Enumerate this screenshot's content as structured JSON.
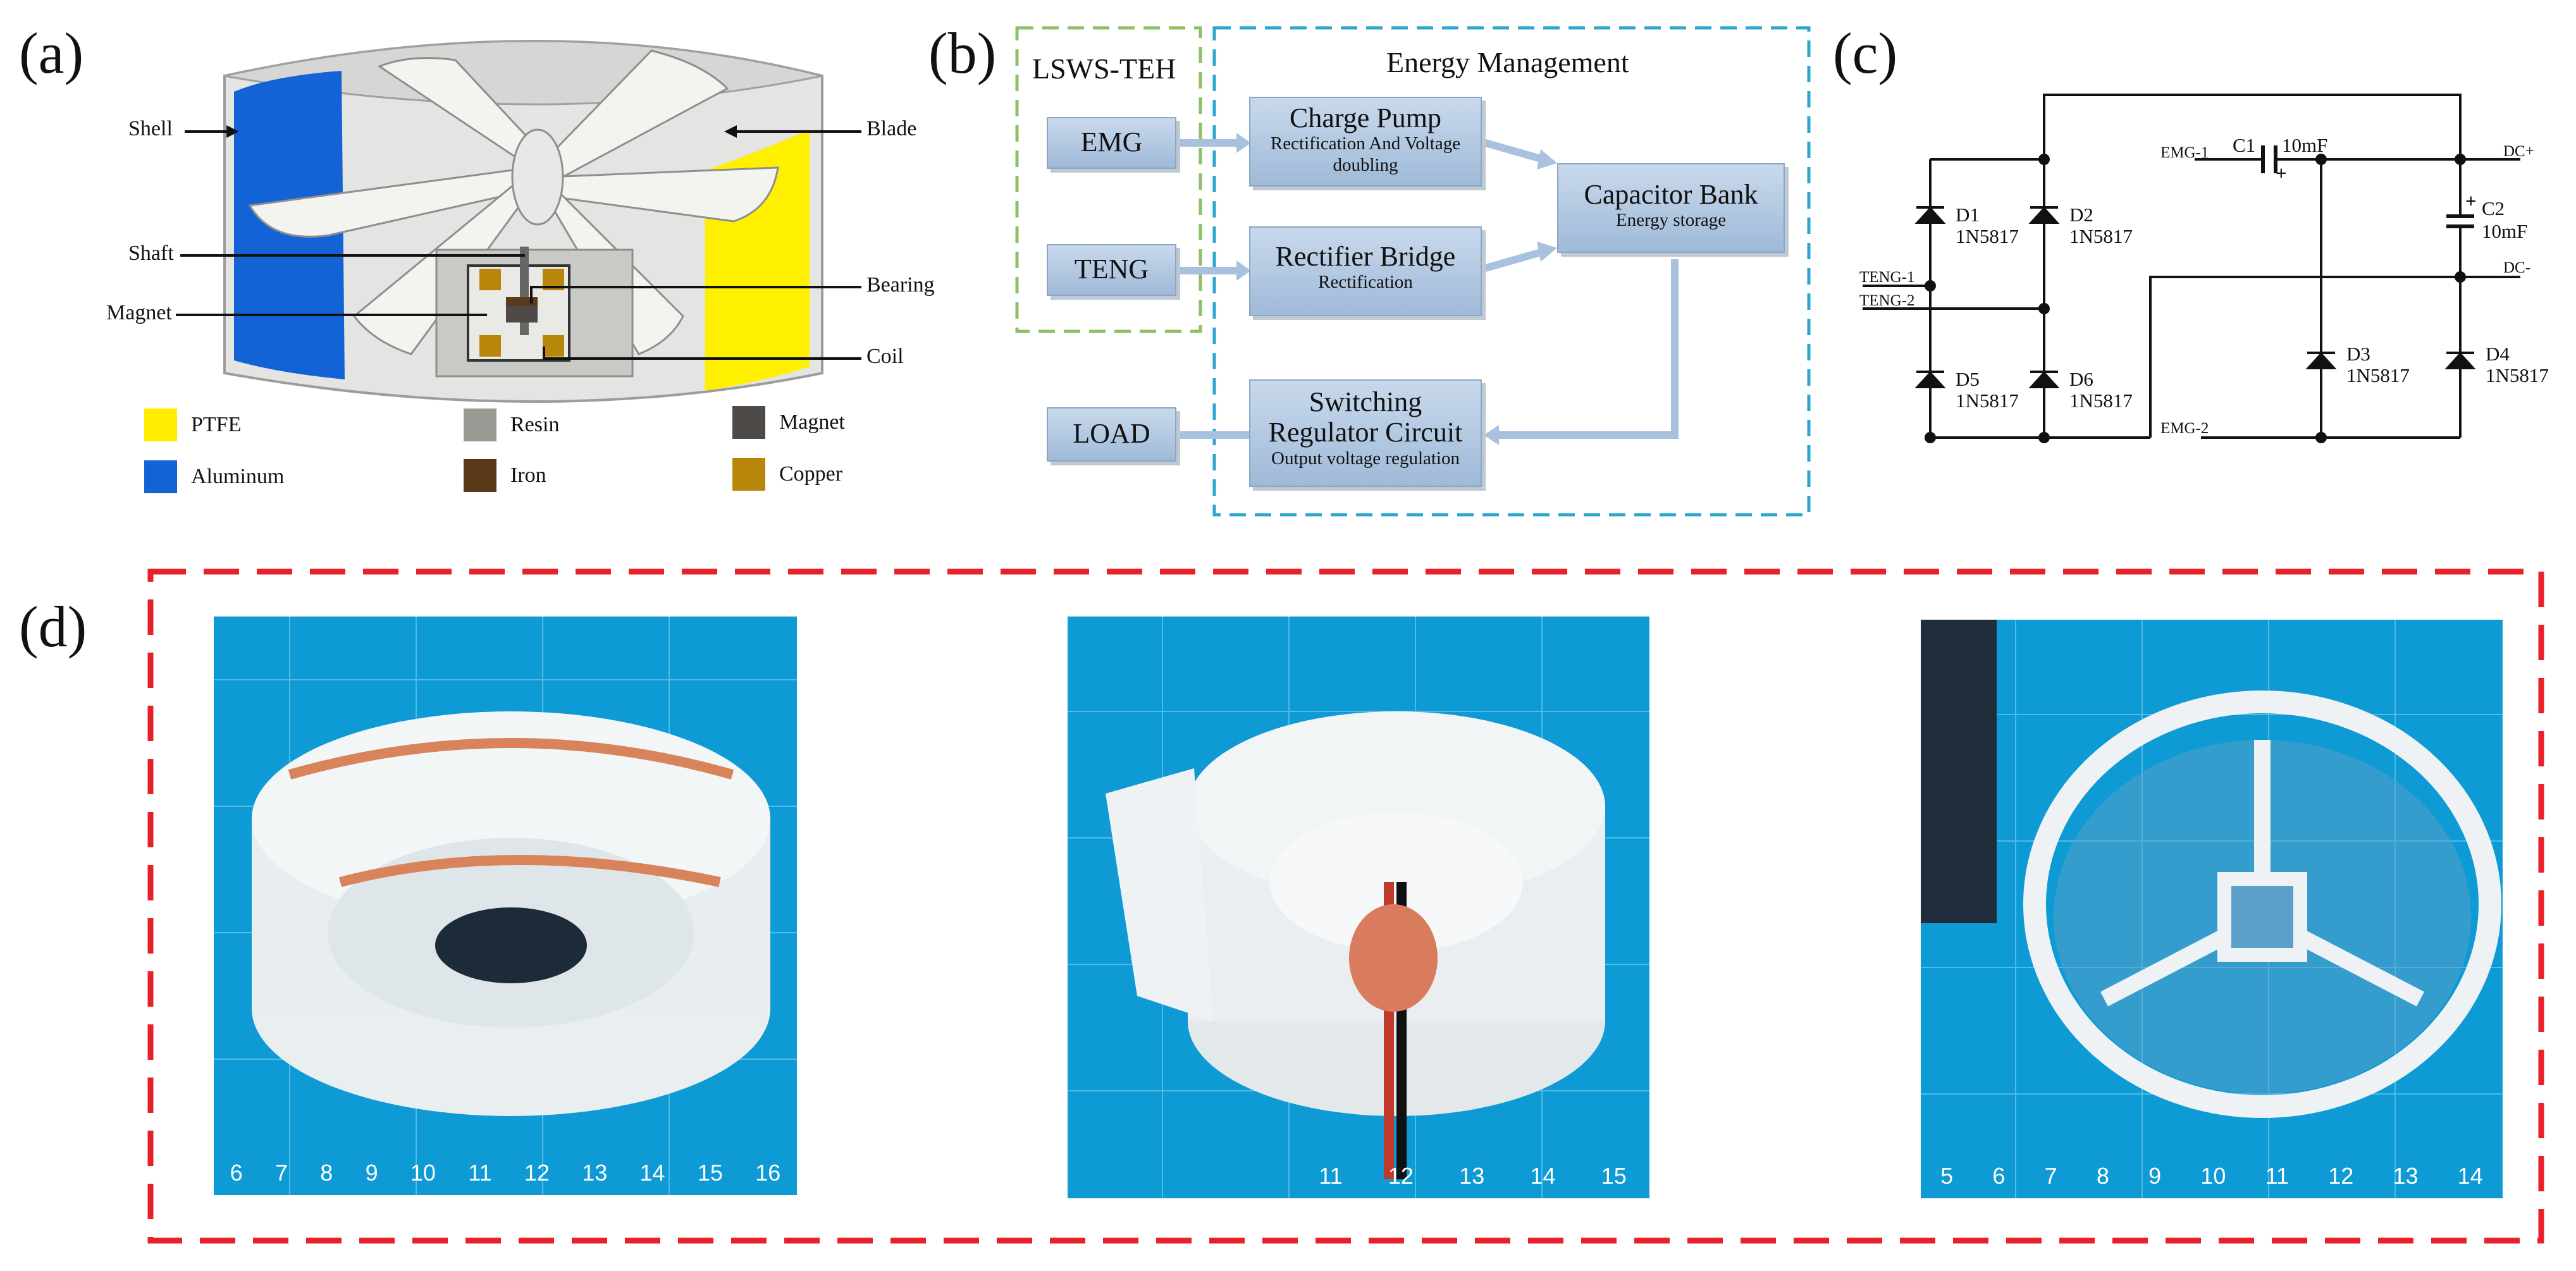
{
  "panels": {
    "a": "(a)",
    "b": "(b)",
    "c": "(c)",
    "d": "(d)"
  },
  "panel_a": {
    "callouts": {
      "shell": "Shell",
      "blade": "Blade",
      "shaft": "Shaft",
      "bearing": "Bearing",
      "magnet": "Magnet",
      "coil": "Coil"
    },
    "legend": [
      {
        "label": "PTFE",
        "color": "#ffee00"
      },
      {
        "label": "Resin",
        "color": "#9a9a94"
      },
      {
        "label": "Magnet",
        "color": "#4d4a48"
      },
      {
        "label": "Aluminum",
        "color": "#1463d6"
      },
      {
        "label": "Iron",
        "color": "#5a3a1a"
      },
      {
        "label": "Copper",
        "color": "#b8860b"
      }
    ]
  },
  "panel_b": {
    "group_left": "LSWS-TEH",
    "group_right": "Energy Management",
    "emg": "EMG",
    "teng": "TENG",
    "load": "LOAD",
    "charge_pump": {
      "title": "Charge Pump",
      "sub1": "Rectification And Voltage",
      "sub2": "doubling"
    },
    "rectifier": {
      "title": "Rectifier Bridge",
      "sub": "Rectification"
    },
    "capacitor": {
      "title": "Capacitor Bank",
      "sub": "Energy storage"
    },
    "regulator": {
      "title1": "Switching",
      "title2": "Regulator Circuit",
      "sub": "Output voltage regulation"
    },
    "colors": {
      "left_group": "#8cc063",
      "right_group": "#2aa6cf",
      "block": "#a8c1de"
    }
  },
  "panel_c": {
    "labels": {
      "d1": "D1",
      "d2": "D2",
      "d3": "D3",
      "d4": "D4",
      "d5": "D5",
      "d6": "D6",
      "part": "1N5817",
      "c1": "C1",
      "c1_val": "10mF",
      "c2": "C2",
      "c2_val": "10mF",
      "emg1": "EMG-1",
      "emg2": "EMG-2",
      "teng1": "TENG-1",
      "teng2": "TENG-2",
      "dcp": "DC+",
      "dcm": "DC-",
      "plus": "+"
    }
  },
  "panel_d": {
    "border_color": "#e8202a",
    "photo1_ticks": [
      "6",
      "7",
      "8",
      "9",
      "10",
      "11",
      "12",
      "13",
      "14",
      "15",
      "16"
    ],
    "photo2_ticks": [
      "",
      "",
      "",
      "",
      "",
      "11",
      "12",
      "13",
      "14",
      "15"
    ],
    "photo3_ticks": [
      "5",
      "6",
      "7",
      "8",
      "9",
      "10",
      "11",
      "12",
      "13",
      "14"
    ]
  }
}
